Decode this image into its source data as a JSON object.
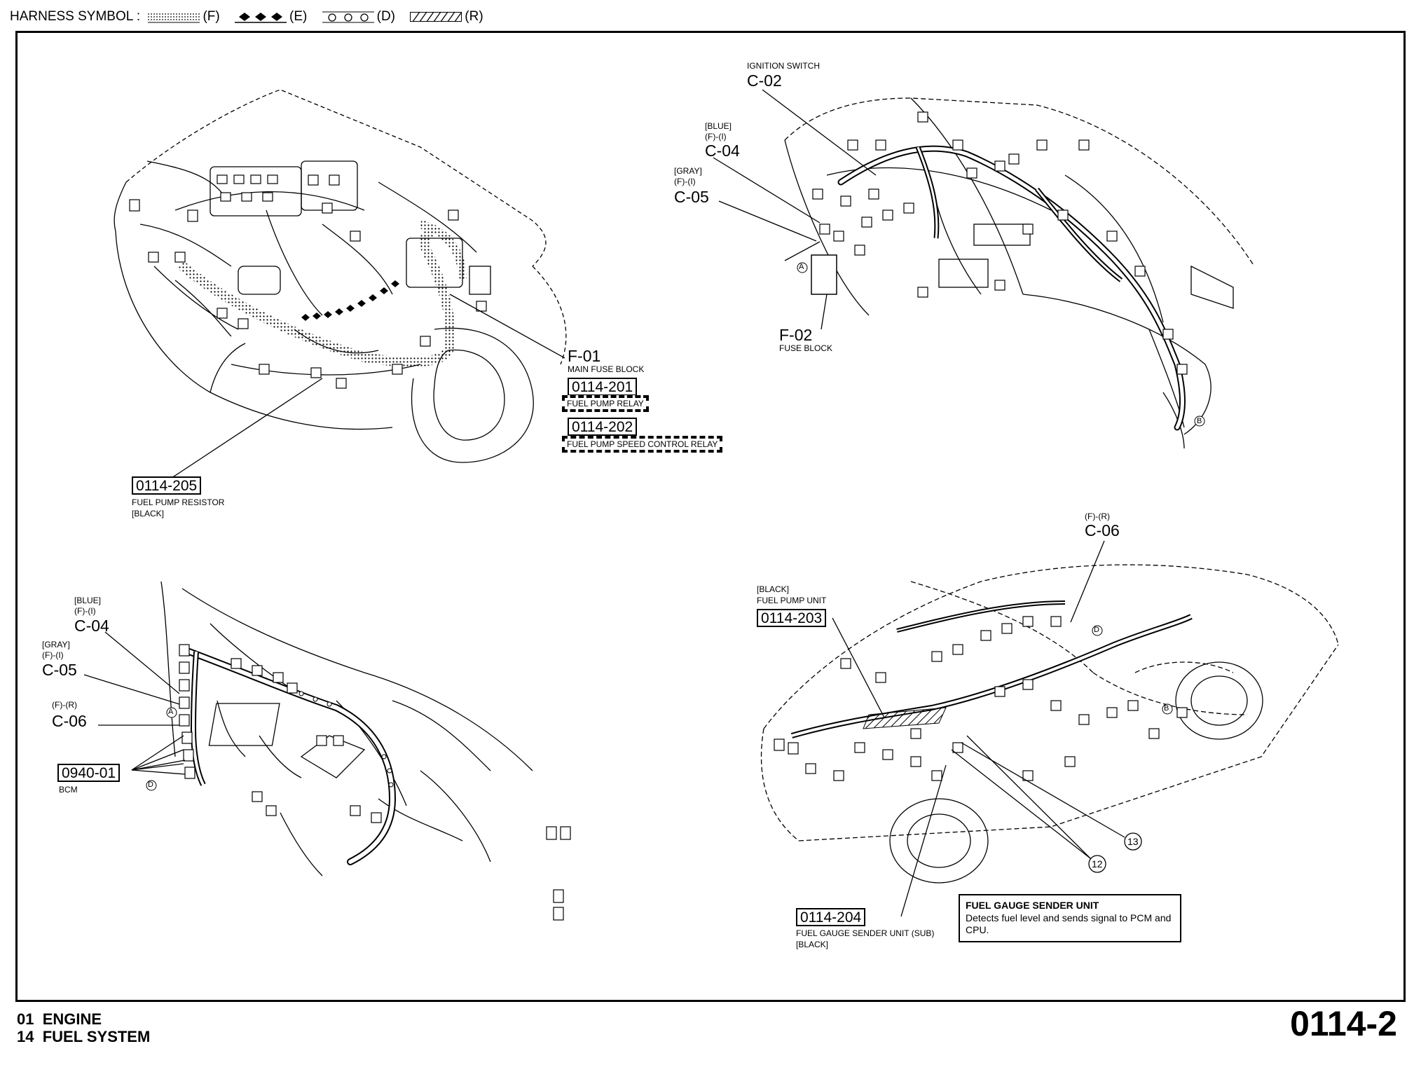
{
  "legend": {
    "label": "HARNESS SYMBOL :",
    "symbols": [
      {
        "pattern": "dotted",
        "code": "(F)"
      },
      {
        "pattern": "diamonds",
        "code": "(E)"
      },
      {
        "pattern": "circles",
        "code": "(D)"
      },
      {
        "pattern": "hatched",
        "code": "(R)"
      }
    ]
  },
  "engine_view": {
    "main_fuse": {
      "code": "F-01",
      "name": "MAIN FUSE BLOCK"
    },
    "relay1": {
      "code": "0114-201",
      "name": "FUEL PUMP RELAY"
    },
    "relay2": {
      "code": "0114-202",
      "name": "FUEL PUMP SPEED CONTROL RELAY"
    },
    "resistor": {
      "code": "0114-205",
      "name": "FUEL PUMP RESISTOR",
      "color": "[BLACK]"
    }
  },
  "dash_view": {
    "ignition": {
      "name": "IGNITION SWITCH",
      "code": "C-02"
    },
    "c04": {
      "color": "[BLUE]",
      "harness": "(F)-(I)",
      "code": "C-04"
    },
    "c05": {
      "color": "[GRAY]",
      "harness": "(F)-(I)",
      "code": "C-05"
    },
    "fuse_block": {
      "code": "F-02",
      "name": "FUSE BLOCK"
    },
    "marker_a": "A",
    "marker_b": "B"
  },
  "bcm_view": {
    "c04": {
      "color": "[BLUE]",
      "harness": "(F)-(I)",
      "code": "C-04"
    },
    "c05": {
      "color": "[GRAY]",
      "harness": "(F)-(I)",
      "code": "C-05"
    },
    "c06": {
      "harness": "(F)-(R)",
      "code": "C-06"
    },
    "bcm": {
      "code": "0940-01",
      "name": "BCM"
    },
    "marker_a": "A",
    "marker_d": "D"
  },
  "car_view": {
    "c06": {
      "harness": "(F)-(R)",
      "code": "C-06"
    },
    "pump": {
      "color": "[BLACK]",
      "name": "FUEL PUMP UNIT",
      "code": "0114-203"
    },
    "sender": {
      "code": "0114-204",
      "name": "FUEL GAUGE SENDER UNIT (SUB)",
      "color": "[BLACK]"
    },
    "callout_12": "12",
    "callout_13": "13",
    "marker_d": "D",
    "marker_b": "B",
    "info_box": {
      "title": "FUEL GAUGE SENDER UNIT",
      "text": "Detects fuel level and sends signal to PCM and CPU."
    }
  },
  "footer": {
    "line1": "01  ENGINE",
    "line2": "14  FUEL SYSTEM",
    "page": "0114-2"
  }
}
